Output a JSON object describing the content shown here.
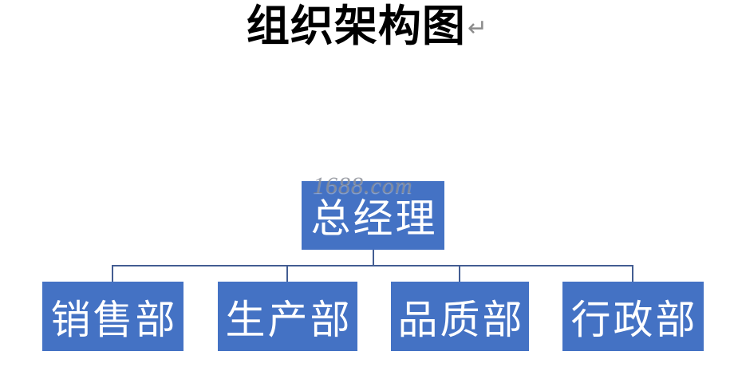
{
  "page": {
    "background_color": "#ffffff"
  },
  "title": {
    "text": "组织架构图",
    "paragraph_mark": "↵"
  },
  "watermark": {
    "text": "1688.com"
  },
  "org_chart": {
    "root": {
      "label": "总经理"
    },
    "departments": [
      {
        "label": "销售部"
      },
      {
        "label": "生产部"
      },
      {
        "label": "品质部"
      },
      {
        "label": "行政部"
      }
    ],
    "colors": {
      "box_fill": "#4472C4",
      "box_text": "#ffffff",
      "connector": "#435d92",
      "title_text": "#000000",
      "paragraph_mark": "#8c8c8c",
      "watermark": "#7a7e88"
    }
  }
}
